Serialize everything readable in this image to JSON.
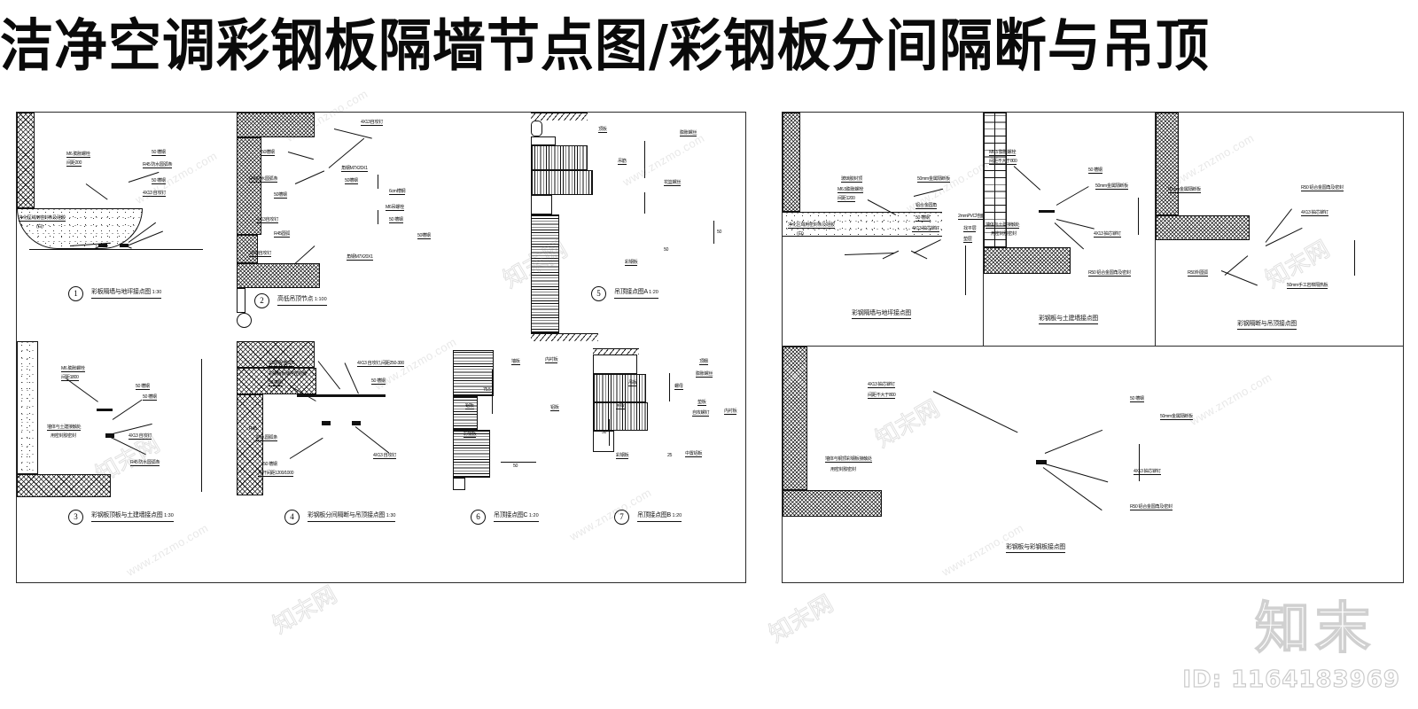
{
  "title": "洁净空调彩钢板隔墙节点图/彩钢板分间隔断与吊顶",
  "watermark": {
    "site": "www.znzmo.com",
    "brand_cn": "知末网",
    "logo": "知末",
    "id_label": "ID: 1164183969"
  },
  "left_panel": {
    "details": [
      {
        "number": "1",
        "caption": "彩板隔墙与地坪接点图",
        "scale": "1:30",
        "labels": [
          "M6 膨胀螺栓",
          "间距200",
          "净化区域用密封条及硅胶",
          "(白)",
          "50  槽钢",
          "R45 防水圆弧条",
          "50  槽钢",
          "4X13  自攻钉"
        ]
      },
      {
        "number": "2",
        "caption": "高低吊顶节点",
        "scale": "1:100",
        "labels": [
          "4X13自攻钉",
          "50槽钢",
          "R45防水圆弧条",
          "50槽钢",
          "4X13自攻钉",
          "R45圆弧",
          "3X10自攻钉",
          "角钢M7X20X1",
          "50槽钢",
          "6cm槽钢",
          "M6吊螺栓",
          "50 槽钢",
          "50槽钢",
          "角钢M7X20X1"
        ]
      },
      {
        "number": "5",
        "caption": "吊顶接点图A",
        "scale": "1:20",
        "labels": [
          "顶板",
          "膨胀螺丝",
          "吊筋",
          "花篮螺丝",
          "彩钢板",
          "50",
          "50"
        ]
      },
      {
        "number": "3",
        "caption": "彩钢板顶板与土建墙接点图",
        "scale": "1:30",
        "labels": [
          "M6 膨胀螺栓",
          "间距1800",
          "墙体与土建接触处",
          "用密封胶密封",
          "50  槽钢",
          "50  槽钢",
          "4X13  自攻钉",
          "R45  防水圆弧条"
        ]
      },
      {
        "number": "4",
        "caption": "彩钢板分间隔断与吊顶接点图",
        "scale": "1:30",
        "labels": [
          "0.5厚板,宽100",
          "彩钢板板缝用密封胶",
          "50  槽钢",
          "4X13  自攻钉,间距250-300",
          "50  槽钢",
          "R45",
          "防水圆弧条",
          "50  槽钢",
          "吊杆间距1200/1000",
          "4X13  自攻钉"
        ]
      },
      {
        "number": "6",
        "caption": "吊顶接点图C",
        "scale": "1:20",
        "labels": [
          "墙板",
          "内衬板",
          "铝板",
          "铝板",
          "彩钢板",
          "75.5",
          "50"
        ]
      },
      {
        "number": "7",
        "caption": "吊顶接点图B",
        "scale": "1:20",
        "labels": [
          "顶棚",
          "膨胀螺丝",
          "吊板",
          "螺母",
          "垫板",
          "吊板",
          "自攻螺钉",
          "内衬板",
          "彩钢板",
          "中置铝板",
          "50",
          "25"
        ]
      }
    ]
  },
  "right_panel": {
    "details": [
      {
        "caption": "彩钢隔墙与地坪接点图",
        "labels": [
          "玻璃胶封顶",
          "M6.5膨胀螺栓",
          "间距1200",
          "净化区域用密封条及硅胶",
          "(白)",
          "50mm金属隔断板",
          "铝合金圆角",
          "50  槽钢",
          "4X13  抽芯铆钉",
          "2mmPVC地面",
          "找平层",
          "垫层"
        ]
      },
      {
        "caption": "彩钢板与土建墙接点图",
        "labels": [
          "M6.5 膨胀螺栓",
          "间距不大于800",
          "50  槽钢",
          "50mm金属隔断板",
          "墙体与土建接触处",
          "用密封胶密封",
          "4X13  抽芯铆钉",
          "R50   铝合金圆角及密封"
        ]
      },
      {
        "caption": "彩钢隔断与吊顶接点图",
        "labels": [
          "50mm金属隔断板",
          "R50   铝合金圆角及密封",
          "4X13  抽芯铆钉",
          "R50外圆弧",
          "50mm手工岩棉隔热板"
        ]
      },
      {
        "caption": "彩钢板与彩钢板接点图",
        "labels": [
          "4X13  抽芯铆钉",
          "间距不大于800",
          "50  槽钢",
          "50mm金属隔断板",
          "墙体与钢顶彩钢板接触处",
          "用密封胶密封",
          "4X13  抽芯铆钉",
          "R50   铝合金圆角及密封"
        ]
      }
    ]
  }
}
